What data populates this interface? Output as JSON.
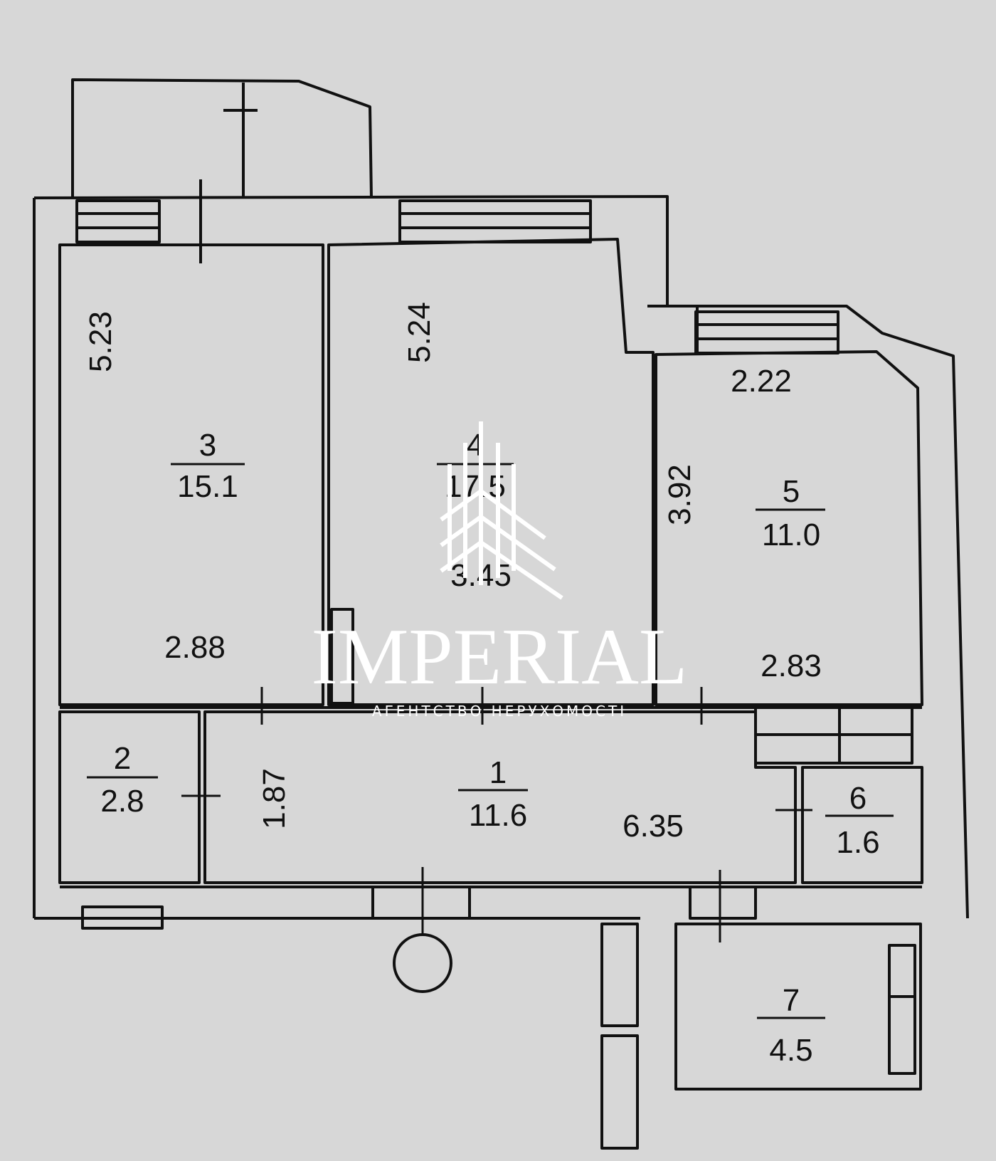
{
  "rooms": [
    {
      "number": "1",
      "area": "11.6"
    },
    {
      "number": "2",
      "area": "2.8"
    },
    {
      "number": "3",
      "area": "15.1"
    },
    {
      "number": "4",
      "area": "17.5"
    },
    {
      "number": "5",
      "area": "11.0"
    },
    {
      "number": "6",
      "area": "1.6"
    },
    {
      "number": "7",
      "area": "4.5"
    }
  ],
  "dimensions": {
    "room3_length": "5.23",
    "room3_width": "2.88",
    "room4_length": "5.24",
    "room4_width": "3.45",
    "room5_top": "2.22",
    "room5_length": "3.92",
    "room5_width": "2.83",
    "room1_width": "1.87",
    "room1_length": "6.35"
  },
  "watermark": {
    "title": "IMPERIAL",
    "subtitle": "АГЕНТСТВО НЕРУХОМОСТІ"
  },
  "colors": {
    "paper": "#d7d7d7",
    "ink": "#111111",
    "watermark": "#ffffff"
  }
}
